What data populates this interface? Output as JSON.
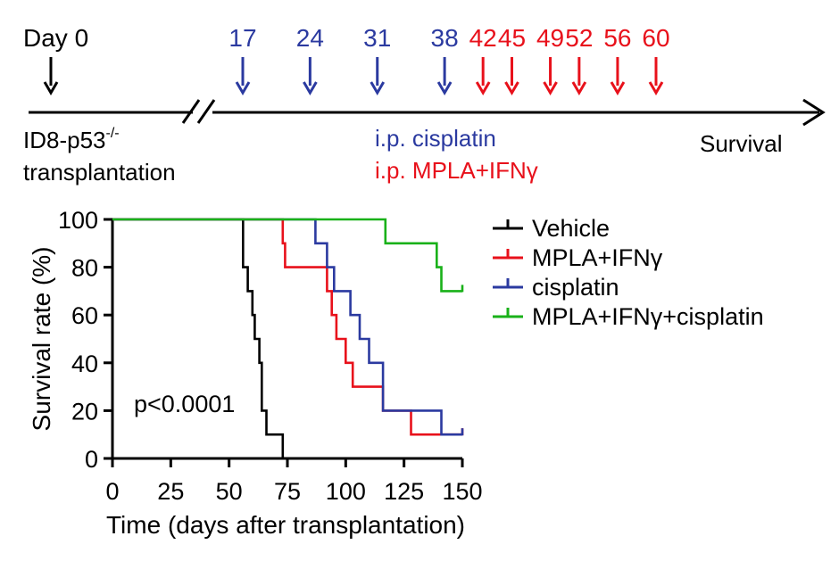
{
  "timeline": {
    "day0_label": "Day 0",
    "cisplatin_days": [
      "17",
      "24",
      "31",
      "38"
    ],
    "mpla_days": [
      "42",
      "45",
      "49",
      "52",
      "56",
      "60"
    ],
    "transplant_line1": "ID8-p53",
    "transplant_sup": "-/-",
    "transplant_line2": "transplantation",
    "cisplatin_label": "i.p. cisplatin",
    "mpla_label": "i.p. MPLA+IFNγ",
    "survival_label": "Survival"
  },
  "colors": {
    "black": "#000000",
    "blue": "#2b3aa0",
    "red": "#e8111b",
    "green": "#19b119"
  },
  "chart_data": {
    "type": "line",
    "step": true,
    "xlabel": "Time (days after transplantation)",
    "ylabel": "Survival rate (%)",
    "xlim": [
      0,
      150
    ],
    "ylim": [
      0,
      100
    ],
    "xticks": [
      "0",
      "25",
      "50",
      "75",
      "100",
      "125",
      "150"
    ],
    "yticks": [
      "0",
      "20",
      "40",
      "60",
      "80",
      "100"
    ],
    "grid": false,
    "legend_position": "right",
    "annotation": "p<0.0001",
    "series": [
      {
        "name": "Vehicle",
        "color": "#000000",
        "x": [
          0,
          56,
          58,
          60,
          61,
          63,
          64,
          66,
          73
        ],
        "y": [
          100,
          80,
          70,
          60,
          50,
          40,
          20,
          10,
          0
        ]
      },
      {
        "name": "MPLA+IFNγ",
        "color": "#e8111b",
        "x": [
          0,
          73,
          74,
          92,
          94,
          96,
          100,
          103,
          110,
          116,
          128,
          150
        ],
        "y": [
          100,
          90,
          80,
          70,
          60,
          50,
          40,
          30,
          30,
          20,
          10,
          10
        ]
      },
      {
        "name": "cisplatin",
        "color": "#2b3aa0",
        "x": [
          0,
          87,
          88,
          92,
          95,
          102,
          106,
          110,
          116,
          141,
          150
        ],
        "y": [
          100,
          90,
          90,
          80,
          70,
          60,
          50,
          40,
          20,
          10,
          10
        ]
      },
      {
        "name": "MPLA+IFNγ+cisplatin",
        "color": "#19b119",
        "x": [
          0,
          117,
          139,
          141,
          150
        ],
        "y": [
          100,
          90,
          80,
          70,
          70
        ]
      }
    ]
  }
}
